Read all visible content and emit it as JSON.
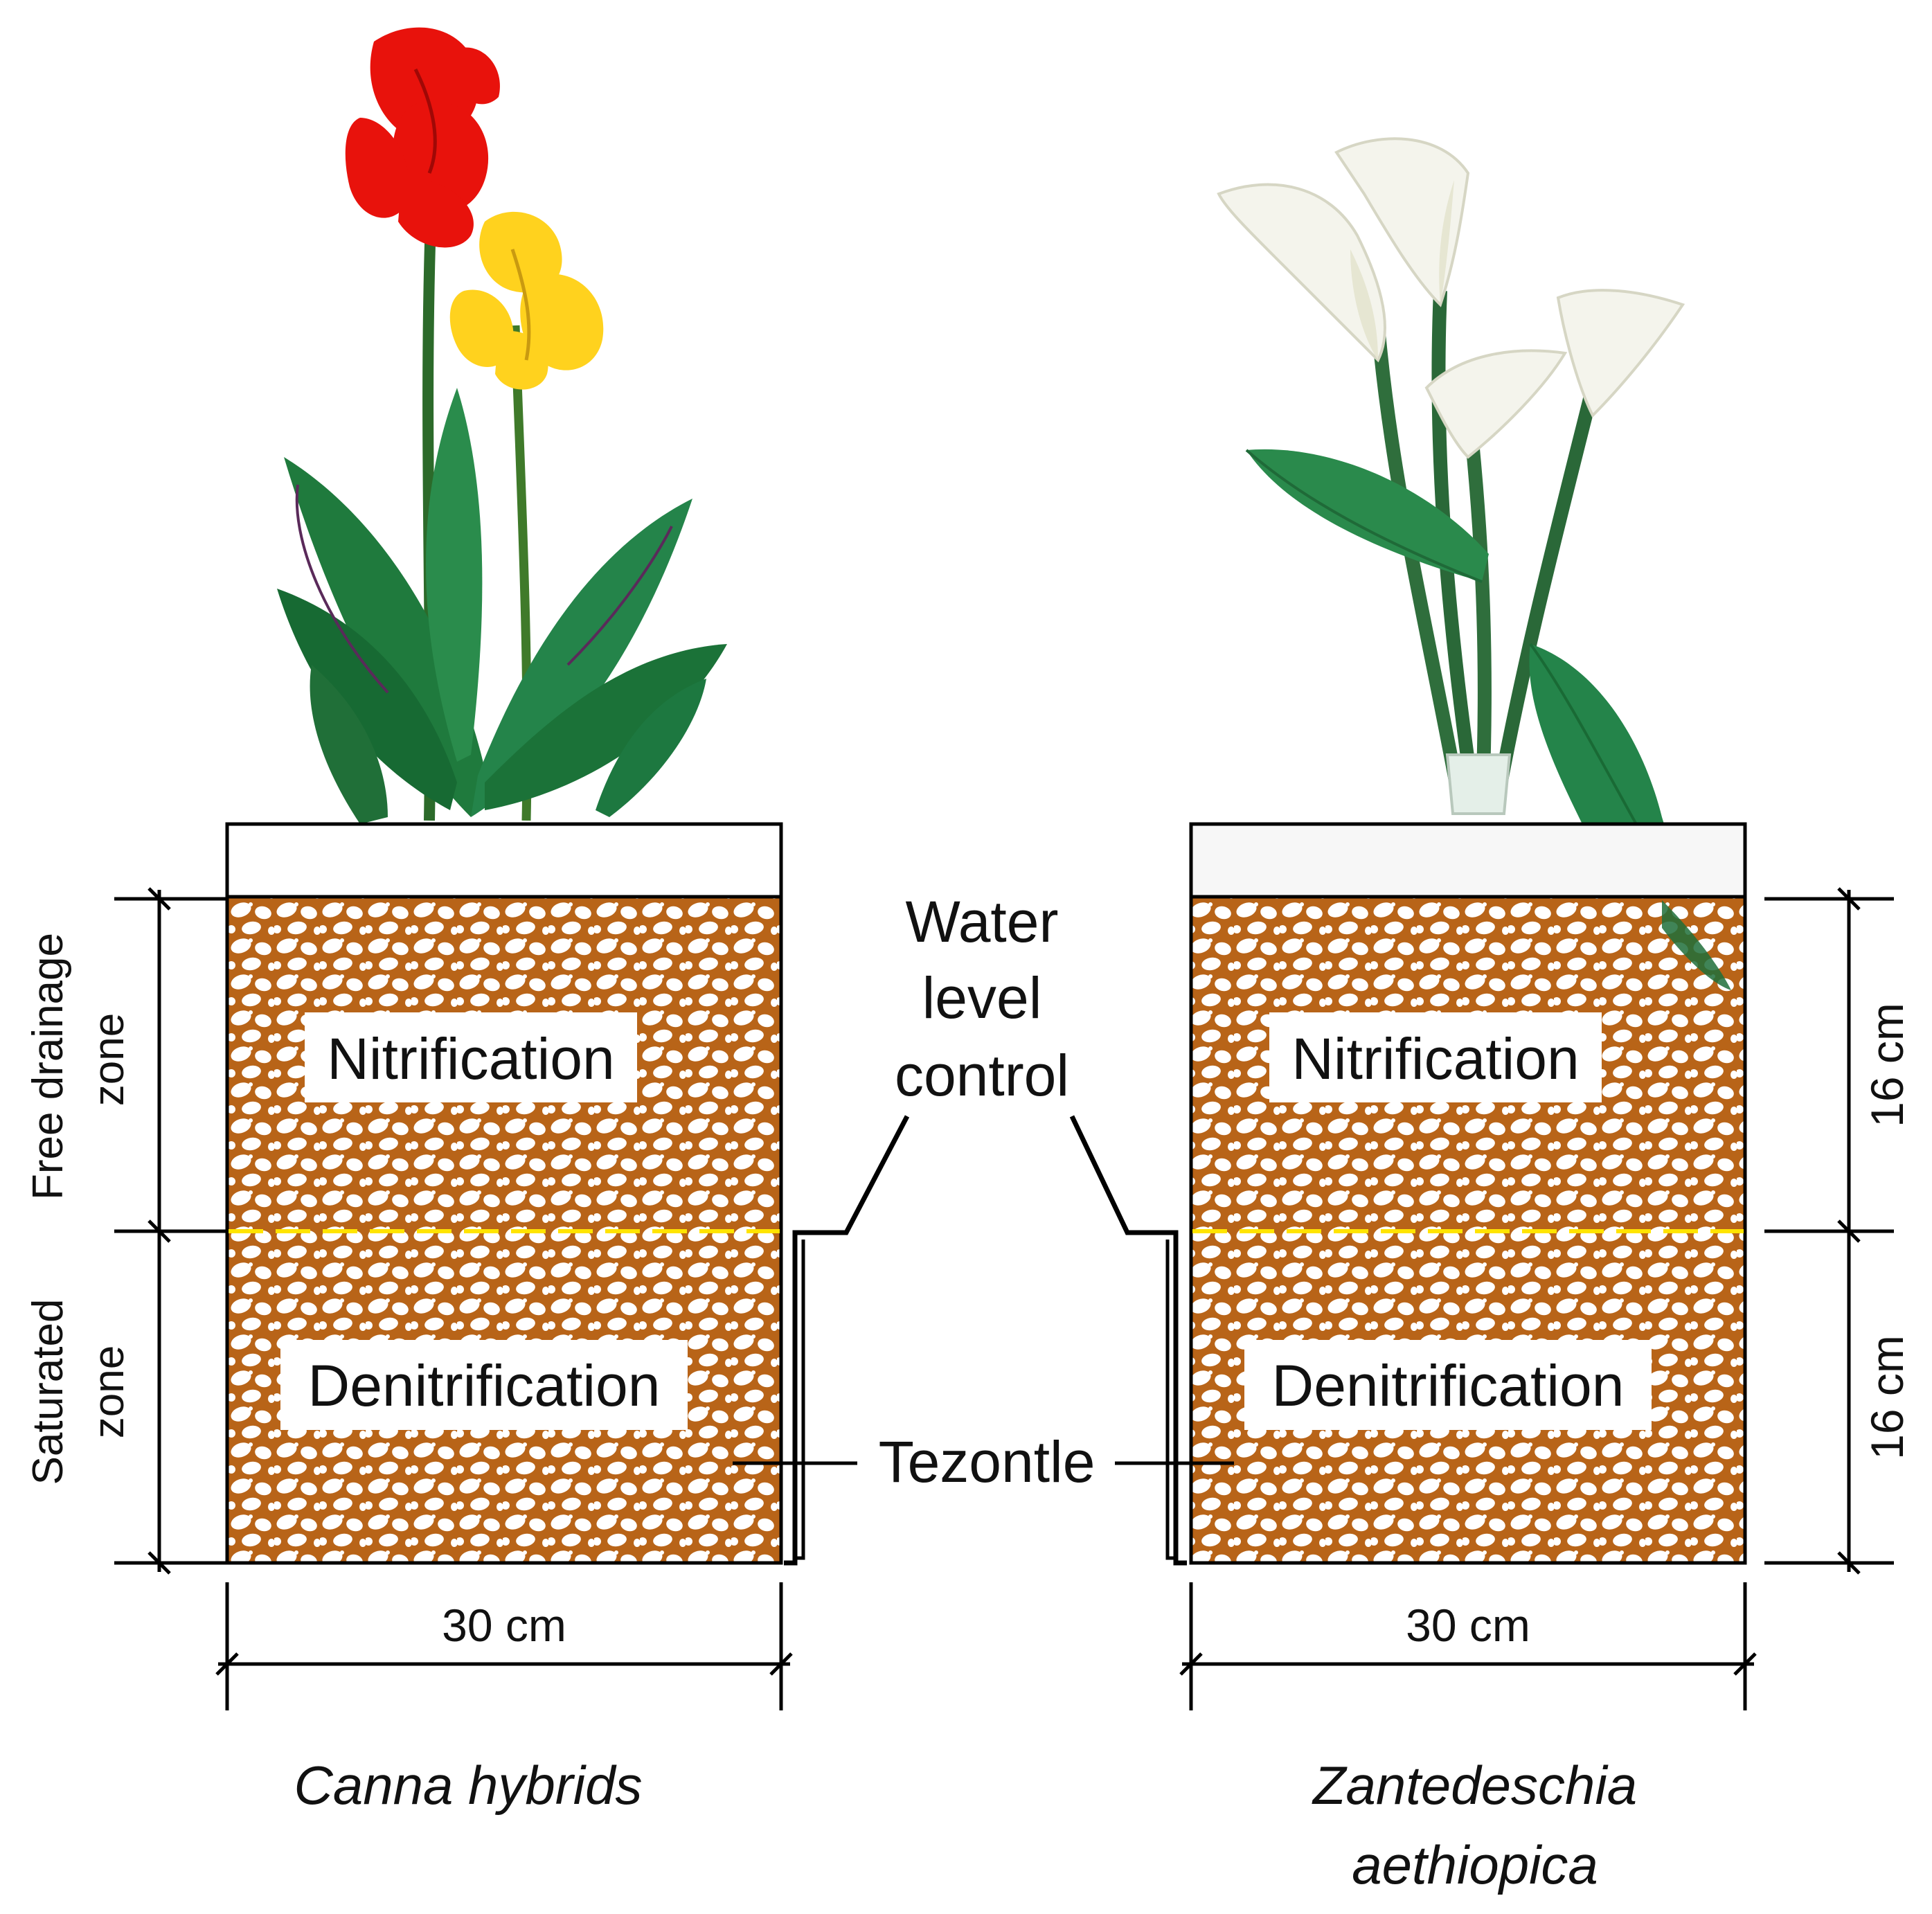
{
  "diagram": {
    "left_zone_labels": {
      "upper": [
        "Free drainage",
        "zone"
      ],
      "lower": [
        "Saturated",
        "zone"
      ]
    },
    "process_labels": {
      "upper": "Nitrification",
      "lower": "Denitrification"
    },
    "center_labels": {
      "water_level": [
        "Water",
        "level",
        "control"
      ],
      "medium": "Tezontle"
    },
    "dimensions": {
      "width": "30 cm",
      "upper_height": "16 cm",
      "lower_height": "16 cm"
    },
    "plants": [
      {
        "caption": [
          "Canna hybrids"
        ]
      },
      {
        "caption": [
          "Zantedeschia",
          "aethiopica"
        ]
      }
    ],
    "colors": {
      "substrate": "#b86418",
      "pebble": "#ffffff",
      "water_line": "#ffe400",
      "canna_red": "#e8120c",
      "canna_yellow": "#ffd21e",
      "leaf_green": "#1f7a3d",
      "calla_white": "#f4f4ec"
    }
  }
}
